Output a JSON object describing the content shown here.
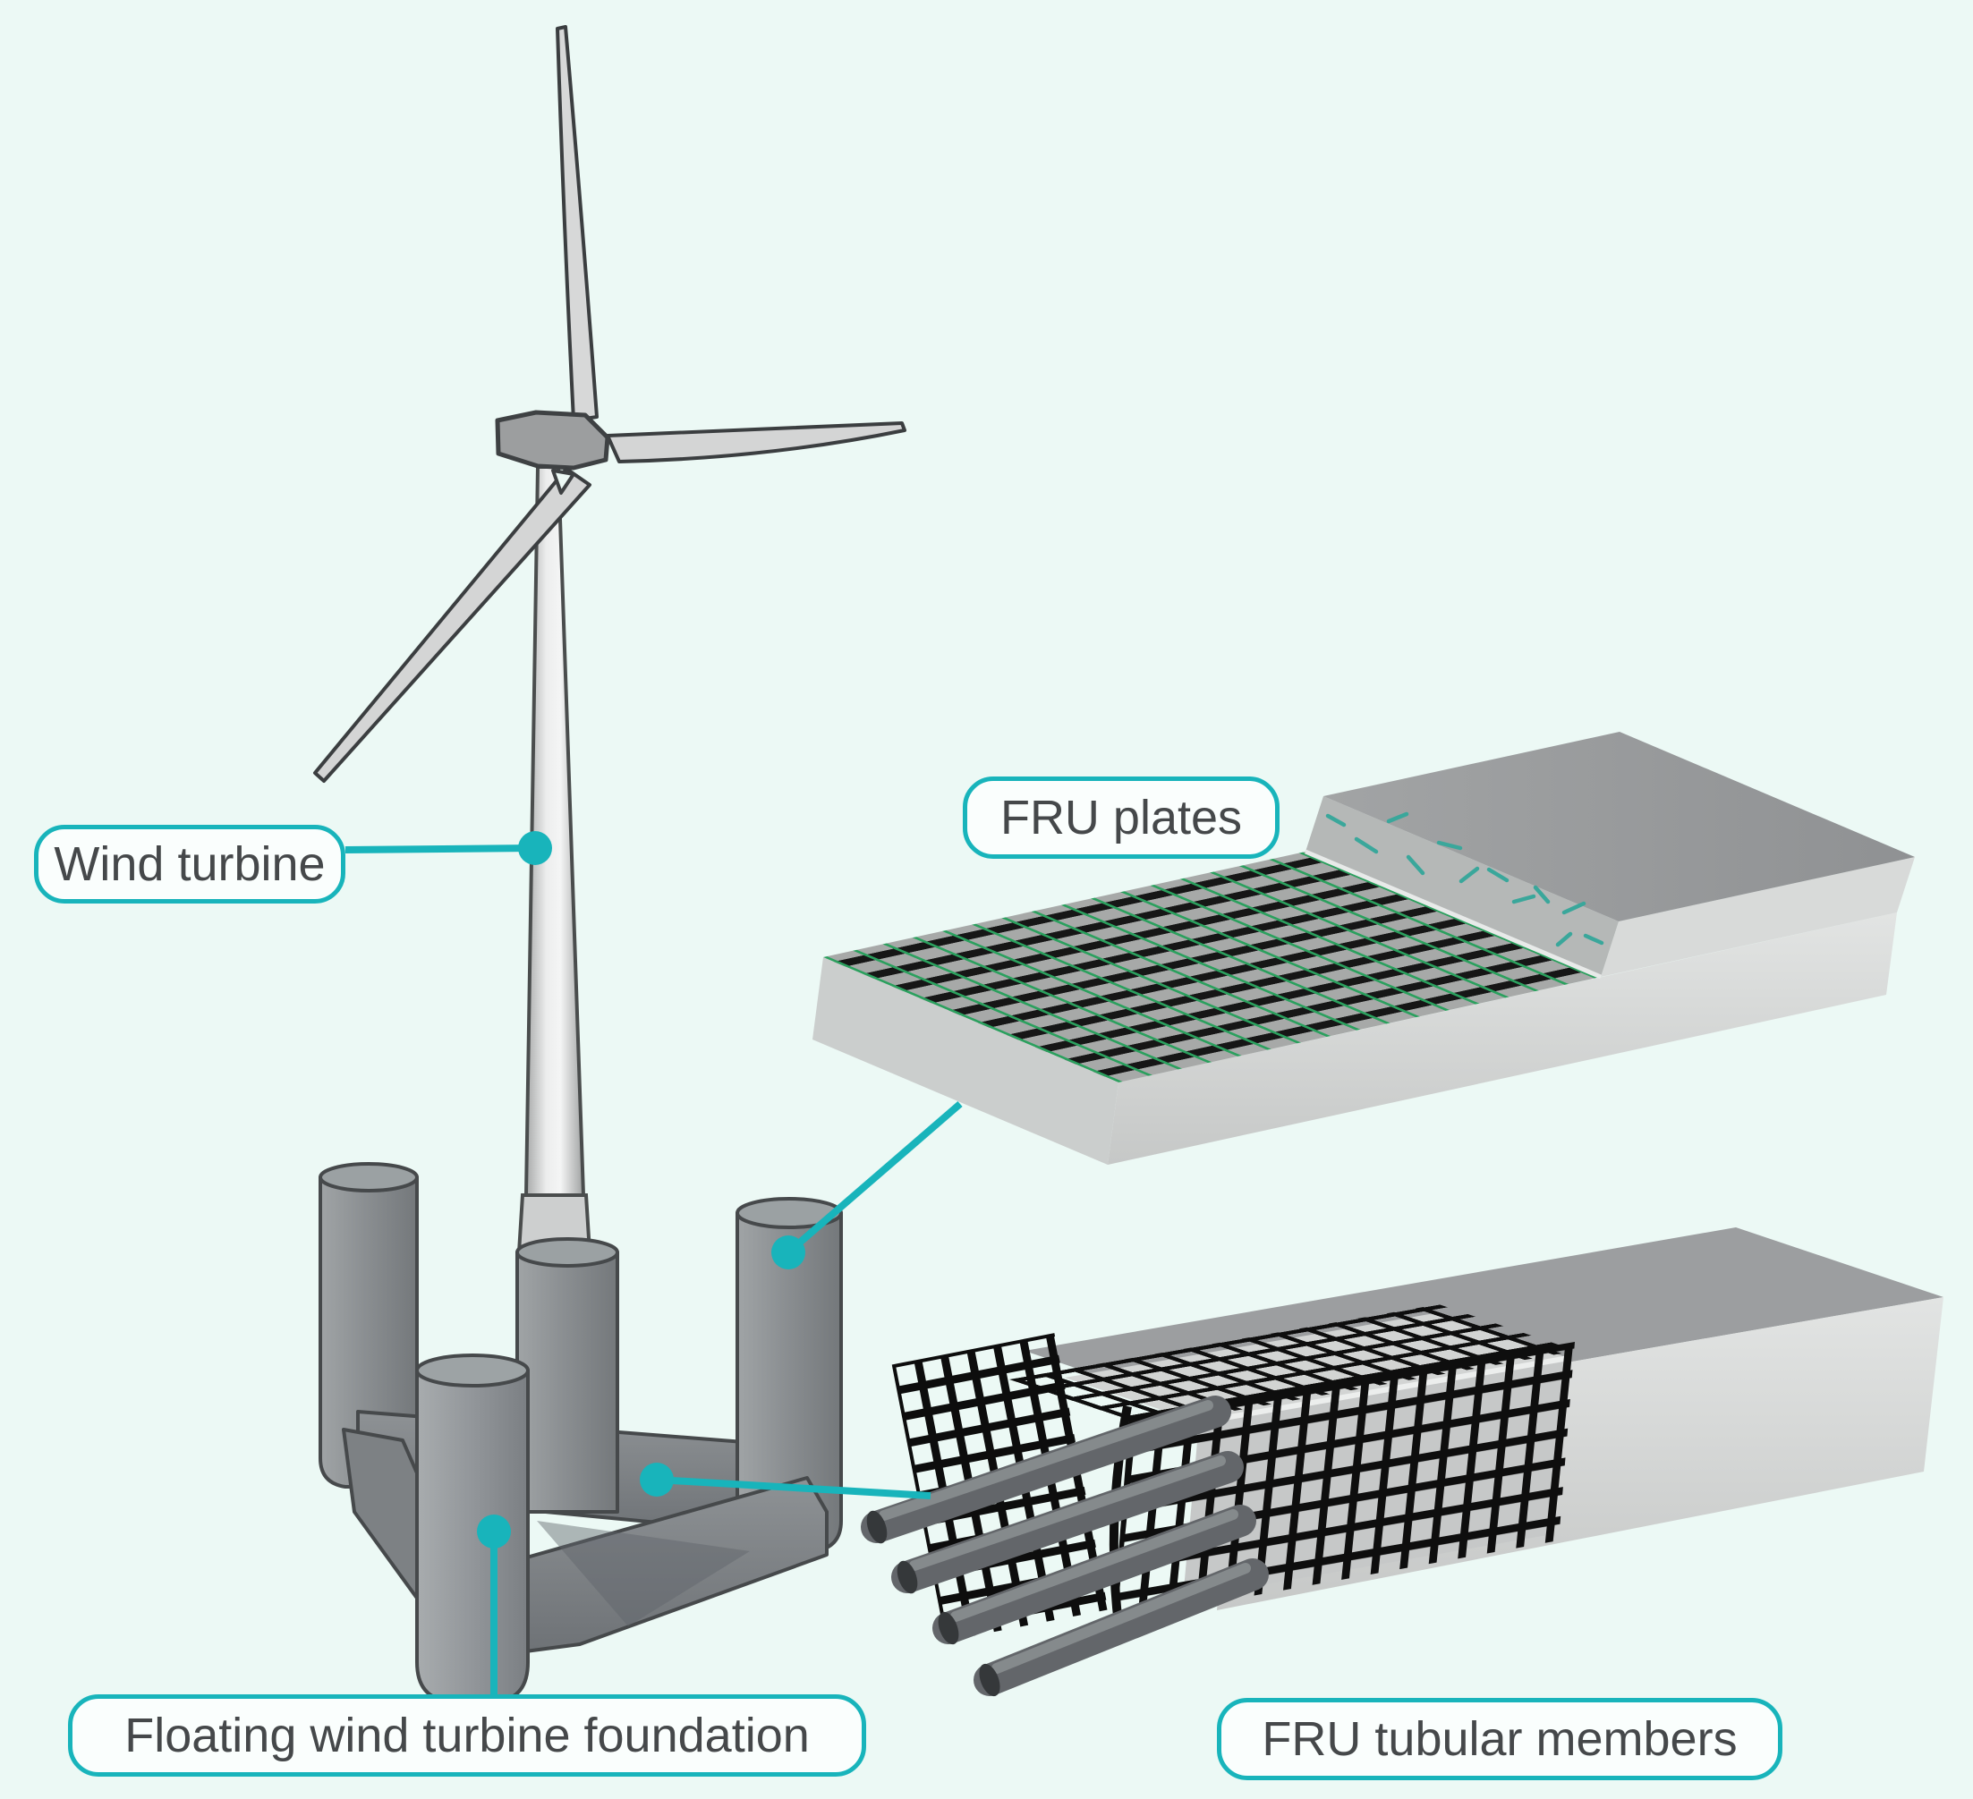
{
  "figure": {
    "type": "technical-diagram",
    "subject": "Floating wind turbine foundation with FRU reinforcement details",
    "colors": {
      "background": "#ecf9f5",
      "accent": "#18b4bb",
      "text": "#45484a",
      "green_rebar": "#2ba05e",
      "teal_dash": "#3aa79b",
      "concrete_gray": "#9c9ea0",
      "mesh_black": "#0e0e0e"
    },
    "labels": {
      "wind_turbine": "Wind turbine",
      "fru_plates": "FRU plates",
      "floating_foundation": "Floating wind turbine foundation",
      "fru_tubular": "FRU tubular members"
    },
    "callouts": [
      {
        "label": "Wind turbine",
        "points_to": "turbine tower"
      },
      {
        "label": "FRU plates",
        "points_to": "reinforced plate slab / foundation column"
      },
      {
        "label": "Floating wind turbine foundation",
        "points_to": "front foundation column"
      },
      {
        "label": "FRU tubular members",
        "points_to": "meshed tubular member / foundation pontoon"
      }
    ]
  }
}
